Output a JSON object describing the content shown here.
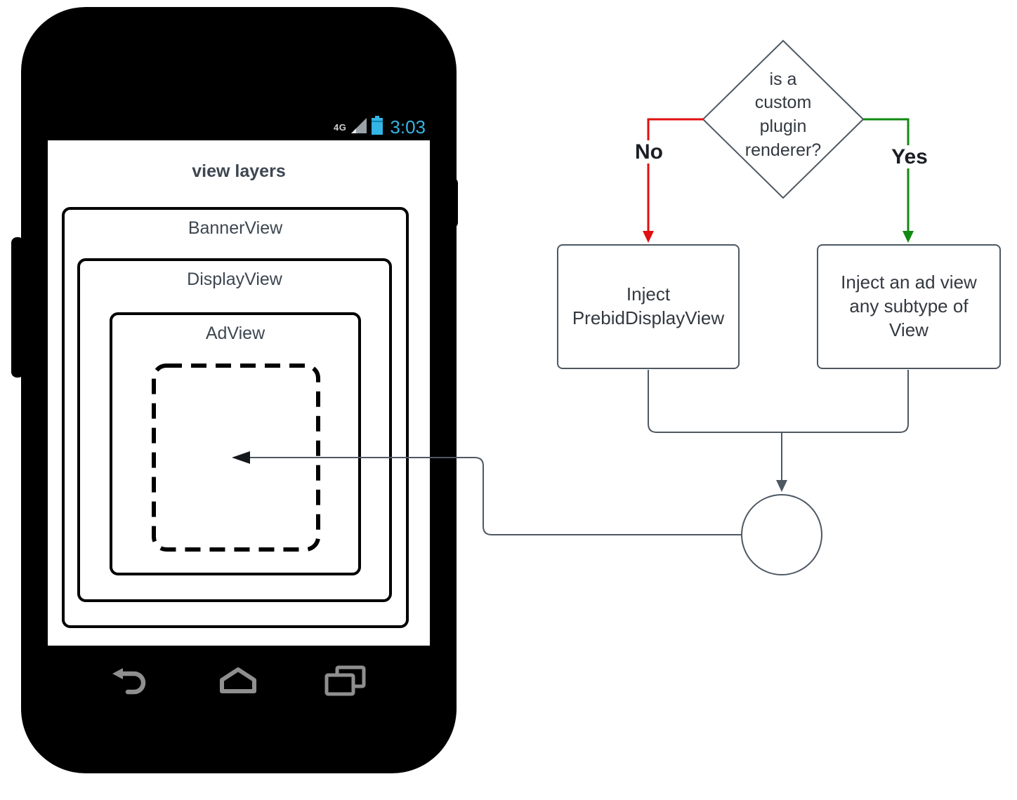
{
  "colors": {
    "accent-blue": "#33b5e5",
    "no-red": "#e01010",
    "yes-green": "#118a11",
    "line": "#4e5862",
    "diagram-text": "#333940",
    "phone-text": "#3d4751"
  },
  "phone": {
    "status": {
      "network": "4G",
      "time": "3:03"
    },
    "title": "view layers",
    "layers": {
      "banner": "BannerView",
      "display": "DisplayView",
      "ad": "AdView"
    }
  },
  "flow": {
    "decision": "is a\ncustom\nplugin\nrenderer?",
    "no": "No",
    "yes": "Yes",
    "no_box": "Inject\nPrebidDisplayView",
    "yes_box": "Inject an ad view\nany subtype of\nView"
  }
}
